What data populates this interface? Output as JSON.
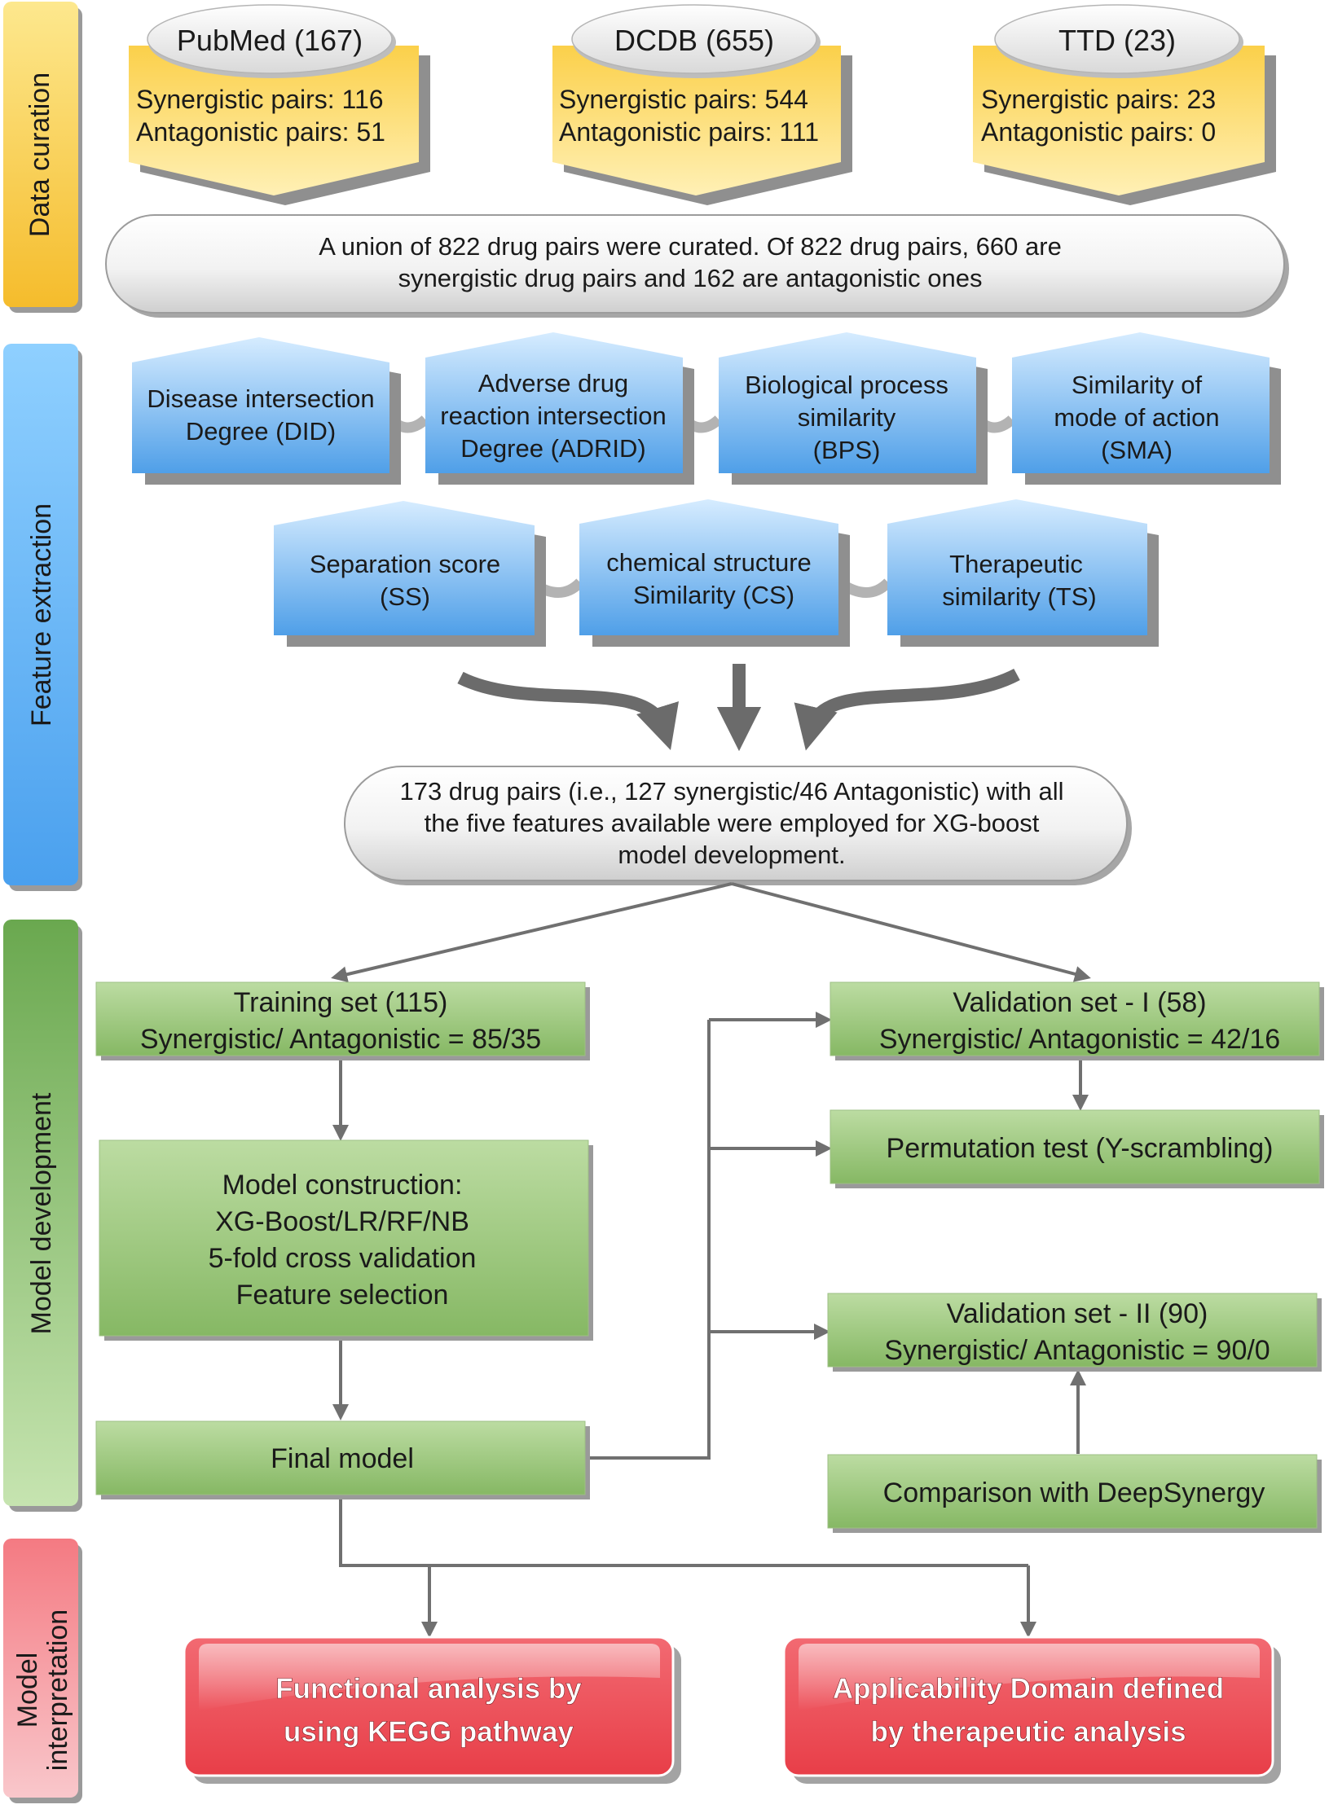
{
  "stages": {
    "data_curation": "Data curation",
    "feature_extraction": "Feature extraction",
    "model_development": "Model development",
    "model_interpretation": [
      "Model",
      "interpretation"
    ]
  },
  "sources": [
    {
      "name": "PubMed (167)",
      "syn": "Synergistic pairs: 116",
      "ant": "Antagonistic pairs: 51"
    },
    {
      "name": "DCDB (655)",
      "syn": "Synergistic pairs: 544",
      "ant": "Antagonistic pairs: 111"
    },
    {
      "name": "TTD (23)",
      "syn": "Synergistic pairs: 23",
      "ant": "Antagonistic pairs: 0"
    }
  ],
  "union": [
    "A union of 822 drug pairs were curated. Of 822 drug pairs, 660 are",
    "synergistic drug pairs and 162 are antagonistic ones"
  ],
  "features_row1": [
    [
      "Disease intersection",
      "Degree (DID)"
    ],
    [
      "Adverse drug",
      "reaction intersection",
      "Degree (ADRID)"
    ],
    [
      "Biological process",
      "similarity",
      "(BPS)"
    ],
    [
      "Similarity of",
      "mode of action",
      "(SMA)"
    ]
  ],
  "features_row2": [
    [
      "Separation score",
      "(SS)"
    ],
    [
      "chemical structure",
      "Similarity (CS)"
    ],
    [
      "Therapeutic",
      "similarity (TS)"
    ]
  ],
  "pairs173": [
    "173 drug pairs (i.e., 127 synergistic/46 Antagonistic) with all",
    "the five features available were employed for XG-boost",
    "model development."
  ],
  "training": [
    "Training set (115)",
    "Synergistic/ Antagonistic = 85/35"
  ],
  "construction": [
    "Model construction:",
    "XG-Boost/LR/RF/NB",
    "5-fold cross validation",
    "Feature selection"
  ],
  "final_model": "Final model",
  "validation1": [
    "Validation set - I (58)",
    "Synergistic/ Antagonistic = 42/16"
  ],
  "permutation": "Permutation test (Y-scrambling)",
  "validation2": [
    "Validation set - II (90)",
    "Synergistic/ Antagonistic = 90/0"
  ],
  "deepsynergy": "Comparison with DeepSynergy",
  "interpretation": [
    [
      "Functional analysis by",
      "using KEGG pathway"
    ],
    [
      "Applicability Domain defined",
      "by therapeutic analysis"
    ]
  ],
  "colors": {
    "yellow": "#f9c43a",
    "blue": "#5aa9f0",
    "green": "#8fbd6e",
    "red": "#e8505a",
    "arrow": "#737373"
  }
}
